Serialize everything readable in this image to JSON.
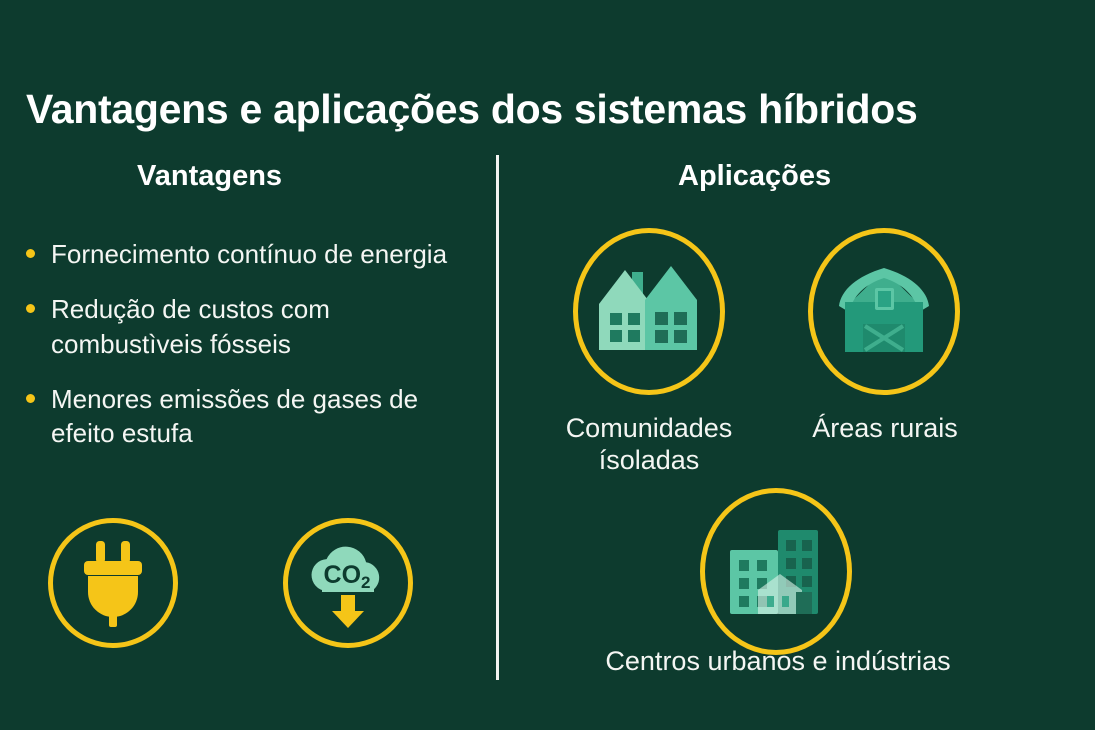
{
  "page": {
    "title": "Vantagens e aplicações dos sistemas híbridos",
    "background_color": "#0d3b2e",
    "accent_color": "#f5c518",
    "text_color": "#f4f6f3",
    "icon_mint": "#8fd9bb",
    "icon_teal": "#5cc6a5",
    "icon_dark_teal": "#1f8a6d"
  },
  "columns": {
    "left": {
      "heading": "Vantagens",
      "bullets": [
        "Fornecimento contínuo\nde energia",
        "Redução de custos com\ncombustìveis fósseis",
        "Menores emissões de gases\nde efeito estufa"
      ],
      "icons": [
        {
          "name": "power-plug-icon",
          "label": ""
        },
        {
          "name": "co2-reduction-icon",
          "label": "",
          "text": "CO",
          "subscript": "2"
        }
      ]
    },
    "right": {
      "heading": "Aplicações",
      "items": [
        {
          "icon": "two-houses-icon",
          "caption": "Comunidades\nísoladas"
        },
        {
          "icon": "barn-icon",
          "caption": "Áreas rurais"
        },
        {
          "icon": "city-buildings-icon",
          "caption": "Centros urbanos e indústrias"
        }
      ]
    }
  }
}
